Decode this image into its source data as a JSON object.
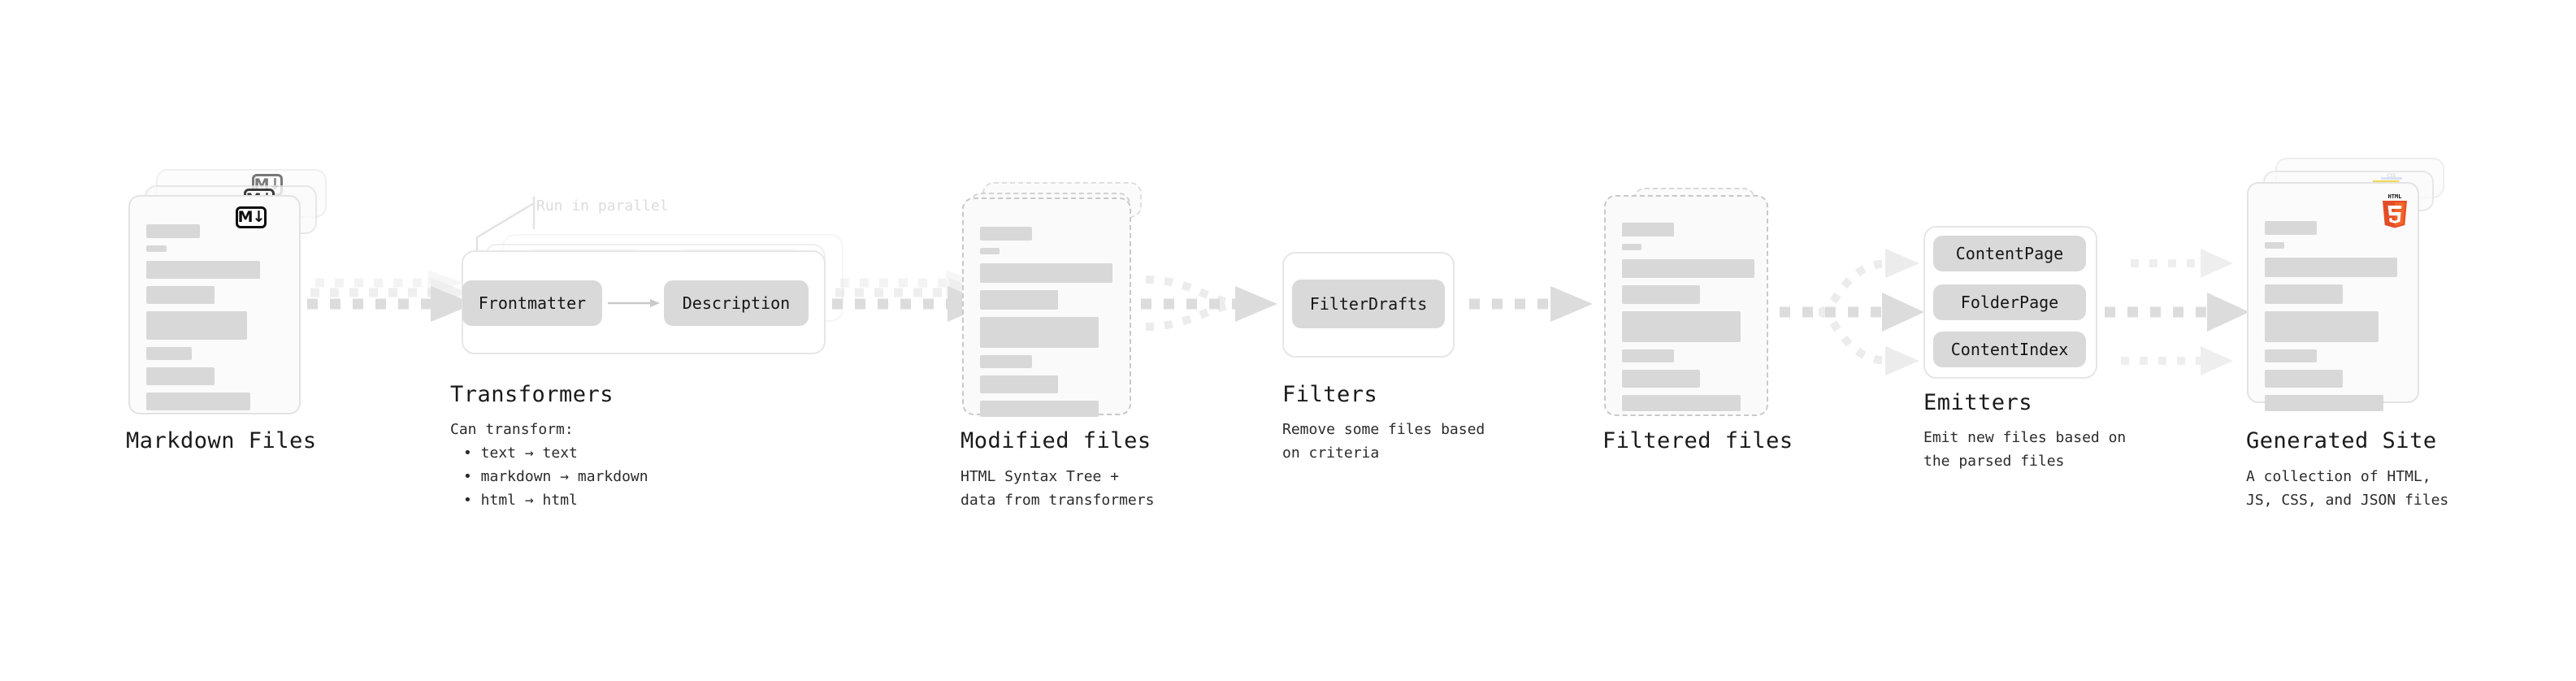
{
  "diagram": {
    "title_font_color": "#1a1a1a",
    "accent_colors": {
      "html5_orange": "#e44d26",
      "html5_orange_light": "#f16529",
      "js_yellow": "#f0db4f",
      "css_blue": "#264de4",
      "chip_grey": "#d9d9d9",
      "bar_grey": "#d8d8d8",
      "arrow_grey": "#dcdcdc",
      "card_border": "#e3e3e3"
    },
    "stages": [
      {
        "id": "markdown-files",
        "title": "Markdown Files",
        "subtitle": "",
        "badge": "M↓",
        "badge_name": "markdown-logo-icon"
      },
      {
        "id": "transformers",
        "title": "Transformers",
        "note": "Run in parallel",
        "subtitle": "Can transform:",
        "bullets": [
          "• text → text",
          "• markdown → markdown",
          "• html → html"
        ],
        "chips": [
          "Frontmatter",
          "Description"
        ]
      },
      {
        "id": "modified-files",
        "title": "Modified files",
        "subtitle": "HTML Syntax Tree +\ndata from transformers"
      },
      {
        "id": "filters",
        "title": "Filters",
        "subtitle": "Remove some files based\non criteria",
        "chips": [
          "FilterDrafts"
        ]
      },
      {
        "id": "filtered-files",
        "title": "Filtered files",
        "subtitle": ""
      },
      {
        "id": "emitters",
        "title": "Emitters",
        "subtitle": "Emit new files based on\nthe parsed files",
        "chips": [
          "ContentPage",
          "FolderPage",
          "ContentIndex"
        ]
      },
      {
        "id": "generated-site",
        "title": "Generated Site",
        "subtitle": "A collection of HTML,\nJS, CSS, and JSON files",
        "badges": [
          "HTML5",
          "JS",
          "CSS"
        ]
      }
    ]
  }
}
